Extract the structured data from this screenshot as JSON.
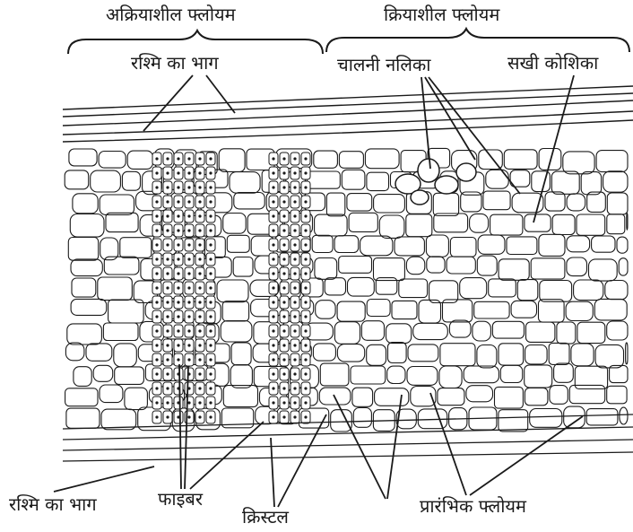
{
  "labels": {
    "inactive_phloem": "अक्रियाशील फ्लोयम",
    "active_phloem": "क्रियाशील फ्लोयम",
    "ray_top": "रश्मि का भाग",
    "sieve_tube": "चालनी नलिका",
    "companion_cell": "सखी कोशिका",
    "ray_bottom": "रश्मि का भाग",
    "fiber": "फाइबर",
    "crystal": "क्रिस्टल",
    "primary_phloem": "प्रारंभिक फ्लोयम"
  },
  "colors": {
    "ink": "#1a1a1a",
    "background": "#ffffff"
  }
}
